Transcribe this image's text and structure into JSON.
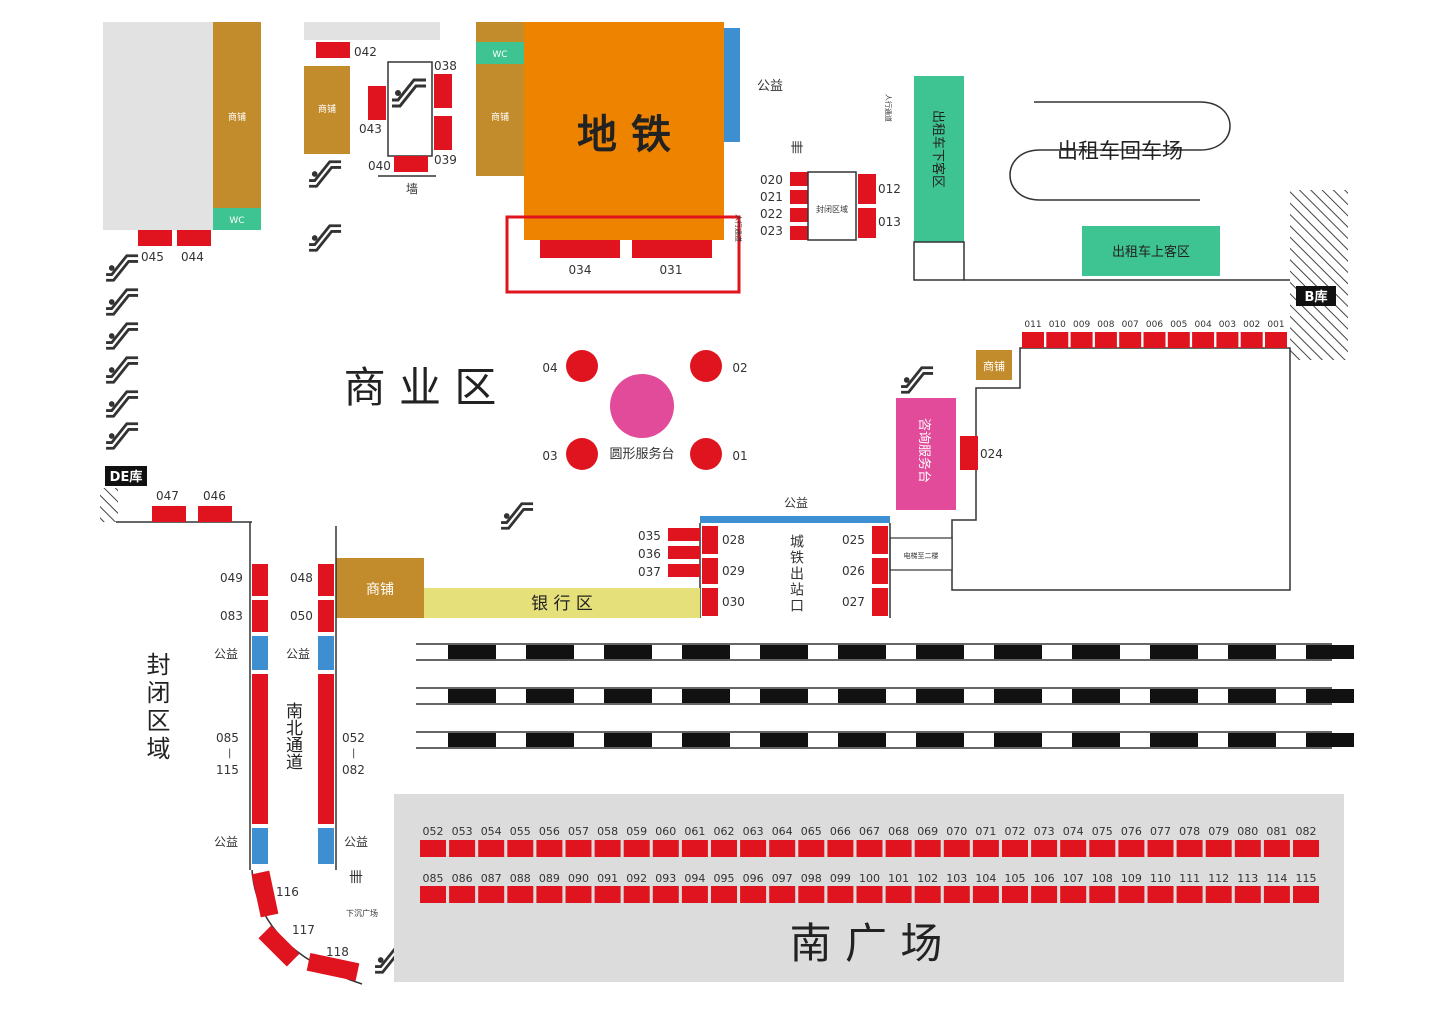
{
  "colors": {
    "ad": "#e0141e",
    "metro": "#ee8300",
    "shop": "#c28b2b",
    "gongyi": "#3d8fd1",
    "taxi": "#3ec492",
    "info": "#e35aa8",
    "bank": "#e6e07a",
    "plaza": "#dcdcdc",
    "service": "#e24a9a",
    "highlight": "#e0141e"
  },
  "areas": {
    "metro": "地 铁",
    "commercial": "商 业 区",
    "bank": "银 行 区",
    "south_plaza": "南 广 场",
    "taxi_return": "出租车回车场",
    "taxi_pickup": "出租车上客区",
    "taxi_dropoff": "出租车下客区",
    "info_desk": "咨询服务台",
    "round_desk": "圆形服务台",
    "intercity_exit": "城铁出站口",
    "closed_area": "封闭区域",
    "ns_passage": "南北通道",
    "shop": "商铺",
    "gongyi": "公益",
    "wall": "墙",
    "wc": "WC",
    "garage_b": "B库",
    "garage_de": "DE库",
    "closed_small": "封闭区域",
    "elevator": "电梯至二楼",
    "sunken_plaza": "下沉广场",
    "pedestrian": "人行通道",
    "dash": "|"
  },
  "ads": {
    "n042": "042",
    "n043": "043",
    "n038": "038",
    "n039": "039",
    "n040": "040",
    "n045": "045",
    "n044": "044",
    "n047": "047",
    "n046": "046",
    "n034": "034",
    "n031": "031",
    "n020": "020",
    "n021": "021",
    "n022": "022",
    "n023": "023",
    "n012": "012",
    "n013": "013",
    "n024": "024",
    "n035": "035",
    "n036": "036",
    "n037": "037",
    "n028": "028",
    "n029": "029",
    "n030": "030",
    "n025": "025",
    "n026": "026",
    "n027": "027",
    "n049": "049",
    "n083": "083",
    "n048": "048",
    "n050": "050",
    "n085": "085",
    "n115": "115",
    "n052": "052",
    "n082": "082",
    "n116": "116",
    "n117": "117",
    "n118": "118",
    "d01": "01",
    "d02": "02",
    "d03": "03",
    "d04": "04",
    "top_row": [
      "011",
      "010",
      "009",
      "008",
      "007",
      "006",
      "005",
      "004",
      "003",
      "002",
      "001"
    ],
    "plaza_row1": [
      "052",
      "053",
      "054",
      "055",
      "056",
      "057",
      "058",
      "059",
      "060",
      "061",
      "062",
      "063",
      "064",
      "065",
      "066",
      "067",
      "068",
      "069",
      "070",
      "071",
      "072",
      "073",
      "074",
      "075",
      "076",
      "077",
      "078",
      "079",
      "080",
      "081",
      "082"
    ],
    "plaza_row2": [
      "085",
      "086",
      "087",
      "088",
      "089",
      "090",
      "091",
      "092",
      "093",
      "094",
      "095",
      "096",
      "097",
      "098",
      "099",
      "100",
      "101",
      "102",
      "103",
      "104",
      "105",
      "106",
      "107",
      "108",
      "109",
      "110",
      "111",
      "112",
      "113",
      "114",
      "115"
    ]
  }
}
